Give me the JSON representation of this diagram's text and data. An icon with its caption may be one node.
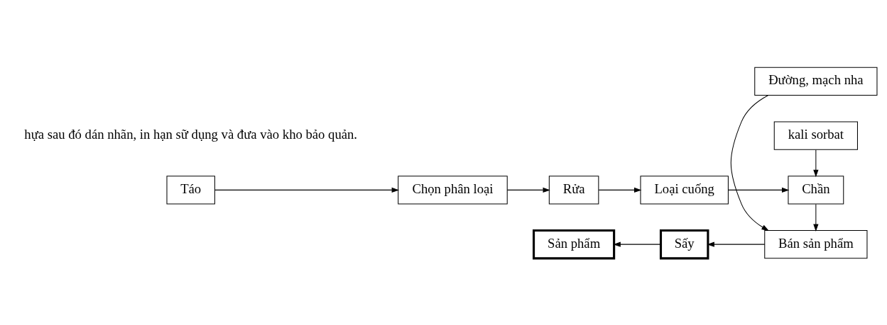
{
  "diagram": {
    "nodes": [
      {
        "text": [
          "kali sorbat"
        ]
      },
      {
        "text": [
          "Táo"
        ]
      },
      {
        "text": [
          "Chọn phân loại"
        ]
      },
      {
        "text": [
          "Rửa"
        ]
      },
      {
        "text": [
          "Loại cuống"
        ]
      },
      {
        "text": [
          "Chần"
        ]
      },
      {
        "text": [
          "Sản phẩm"
        ]
      },
      {
        "text": [
          "Sấy"
        ]
      },
      {
        "text": [
          "Bán sản phẩm"
        ]
      },
      {
        "text": [
          "Đường, mạch nha"
        ]
      }
    ],
    "edges": [
      {
        "from": 1,
        "to": 2,
        "arrow": "to"
      },
      {
        "from": 2,
        "to": 3,
        "arrow": "to"
      },
      {
        "from": 3,
        "to": 4,
        "arrow": "to"
      },
      {
        "from": 4,
        "to": 5,
        "arrow": "to"
      },
      {
        "from": 0,
        "to": 5,
        "arrow": "to"
      },
      {
        "from": 5,
        "to": 8,
        "arrow": "to"
      },
      {
        "from": 8,
        "to": 7,
        "arrow": "to"
      },
      {
        "from": 7,
        "to": 6,
        "arrow": "to"
      },
      {
        "from": 9,
        "to": 8,
        "arrow": "to"
      }
    ],
    "labels": [
      "hựa sau đó dán nhãn, in hạn sữ dụng và đưa vào kho bảo quản."
    ]
  }
}
